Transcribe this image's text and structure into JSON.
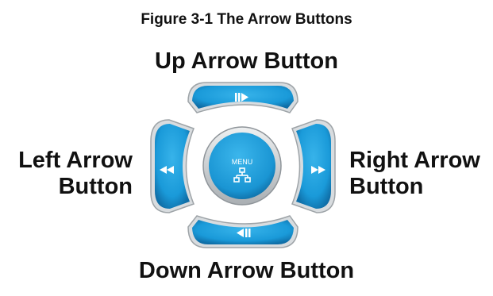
{
  "caption": "Figure 3-1 The Arrow Buttons",
  "labels": {
    "up": "Up Arrow Button",
    "down": "Down Arrow Button",
    "left_line1": "Left Arrow",
    "left_line2": "Button",
    "right_line1": "Right Arrow",
    "right_line2": "Button"
  },
  "center": {
    "text": "MENU",
    "icon": "network-icon"
  },
  "buttons": {
    "up_icon": "play-pause-icon",
    "down_icon": "reverse-play-pause-icon",
    "left_icon": "rewind-icon",
    "right_icon": "fast-forward-icon"
  },
  "colors": {
    "button_blue": "#1a9ad9",
    "button_dark": "#0f6ea7",
    "ring_gray": "#b9bec2",
    "text": "#111111"
  }
}
